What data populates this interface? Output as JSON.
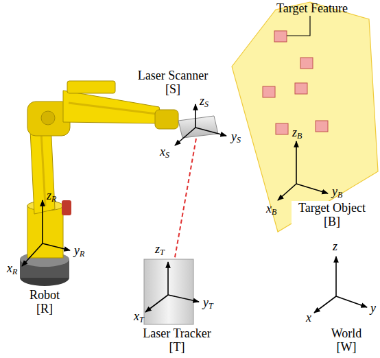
{
  "diagram": {
    "nodes": [
      {
        "text": [
          "Target Object [B]"
        ]
      },
      {
        "text": [
          "Laser Scanner [S]"
        ]
      },
      {
        "text": [
          "Laser Tracker [T]"
        ]
      }
    ],
    "edges": [
      {
        "from": 1,
        "to": 2,
        "arrow": "none"
      }
    ],
    "labels": [
      "Target Feature",
      "zS",
      "yS",
      "xS",
      "zB",
      "yB",
      "xB",
      "zR",
      "yR",
      "xR",
      "Robot [R]",
      "zT",
      "yT",
      "xT",
      "z",
      "y",
      "x",
      "World [W]"
    ]
  }
}
